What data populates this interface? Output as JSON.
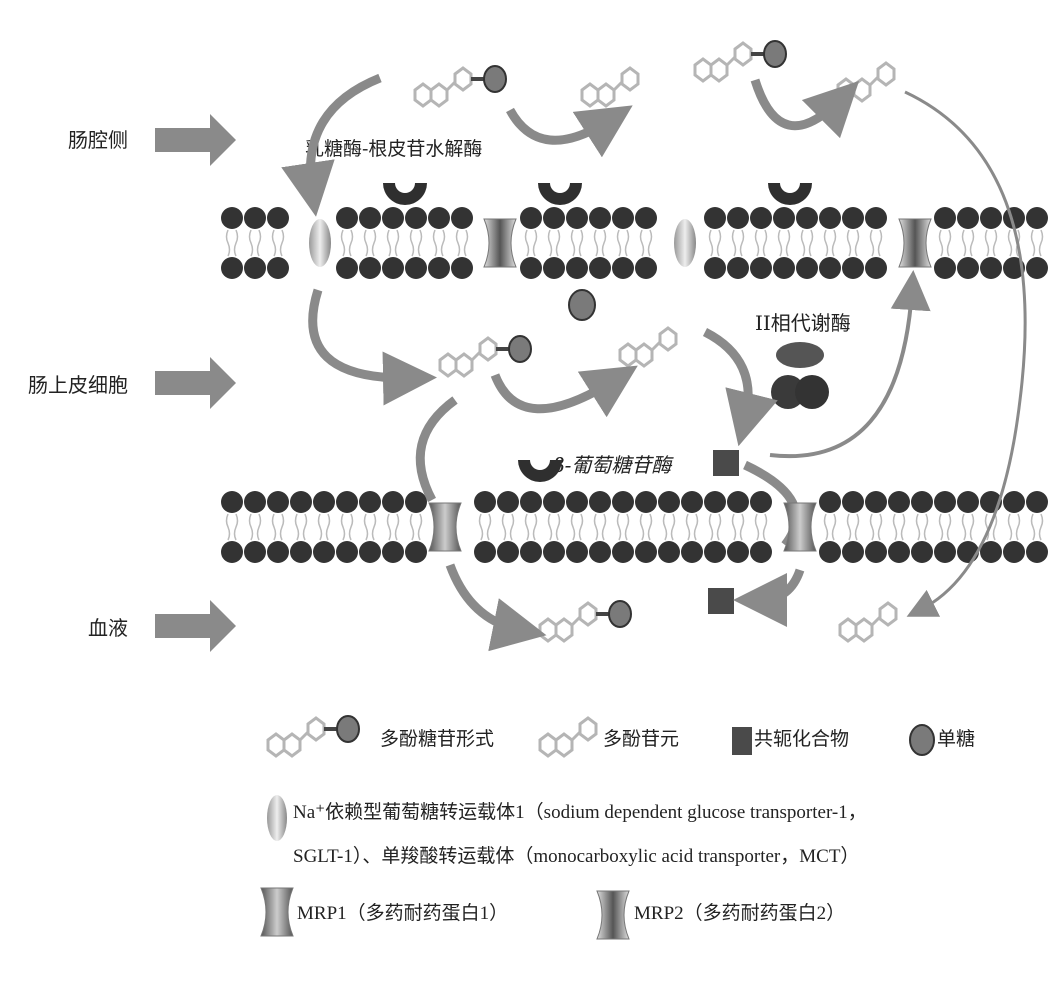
{
  "regions": {
    "lumen": "肠腔侧",
    "epithelium": "肠上皮细胞",
    "blood": "血液"
  },
  "enzymes": {
    "lph": "乳糖酶-根皮苷水解酶",
    "phase2": "II相代谢酶",
    "bglu": "β-葡萄糖苷酶"
  },
  "legend": {
    "glycoside": "多酚糖苷形式",
    "aglycone": "多酚苷元",
    "conjugate": "共轭化合物",
    "monosaccharide": "单糖",
    "sglt_line1": "Na⁺依赖型葡萄糖转运载体1（sodium dependent glucose transporter-1，",
    "sglt_line2": "SGLT-1）、单羧酸转运载体（monocarboxylic acid transporter，MCT）",
    "mrp1": "MRP1（多药耐药蛋白1）",
    "mrp2": "MRP2（多药耐药蛋白2）"
  },
  "colors": {
    "head": "#333333",
    "arrow": "#8a8a8a",
    "molecule": "#b5b5b5",
    "sugar": "#7a7a7a",
    "conjugate": "#4a4a4a"
  }
}
